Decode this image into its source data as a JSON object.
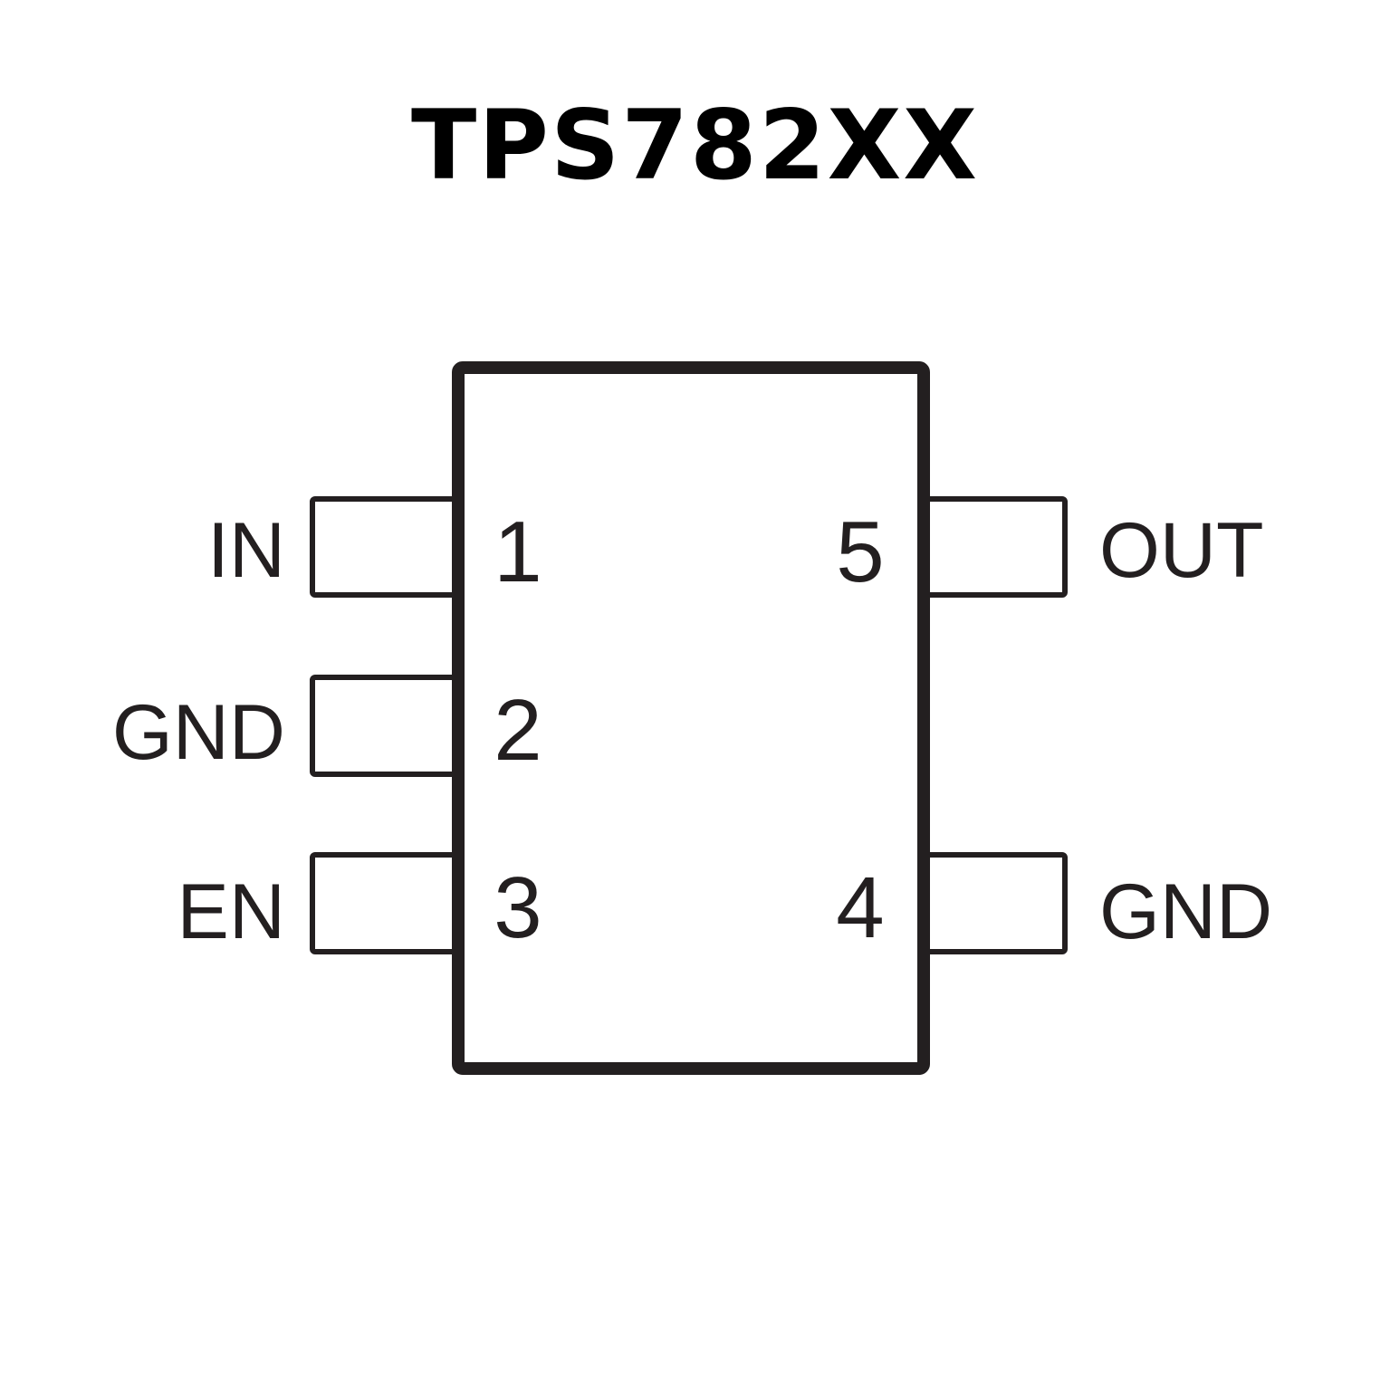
{
  "title": "TPS782XX",
  "colors": {
    "stroke": "#231f20",
    "title": "#000000",
    "background": "#ffffff"
  },
  "pins": [
    {
      "number": "1",
      "name": "IN",
      "side": "left"
    },
    {
      "number": "2",
      "name": "GND",
      "side": "left"
    },
    {
      "number": "3",
      "name": "EN",
      "side": "left"
    },
    {
      "number": "4",
      "name": "GND",
      "side": "right"
    },
    {
      "number": "5",
      "name": "OUT",
      "side": "right"
    }
  ]
}
